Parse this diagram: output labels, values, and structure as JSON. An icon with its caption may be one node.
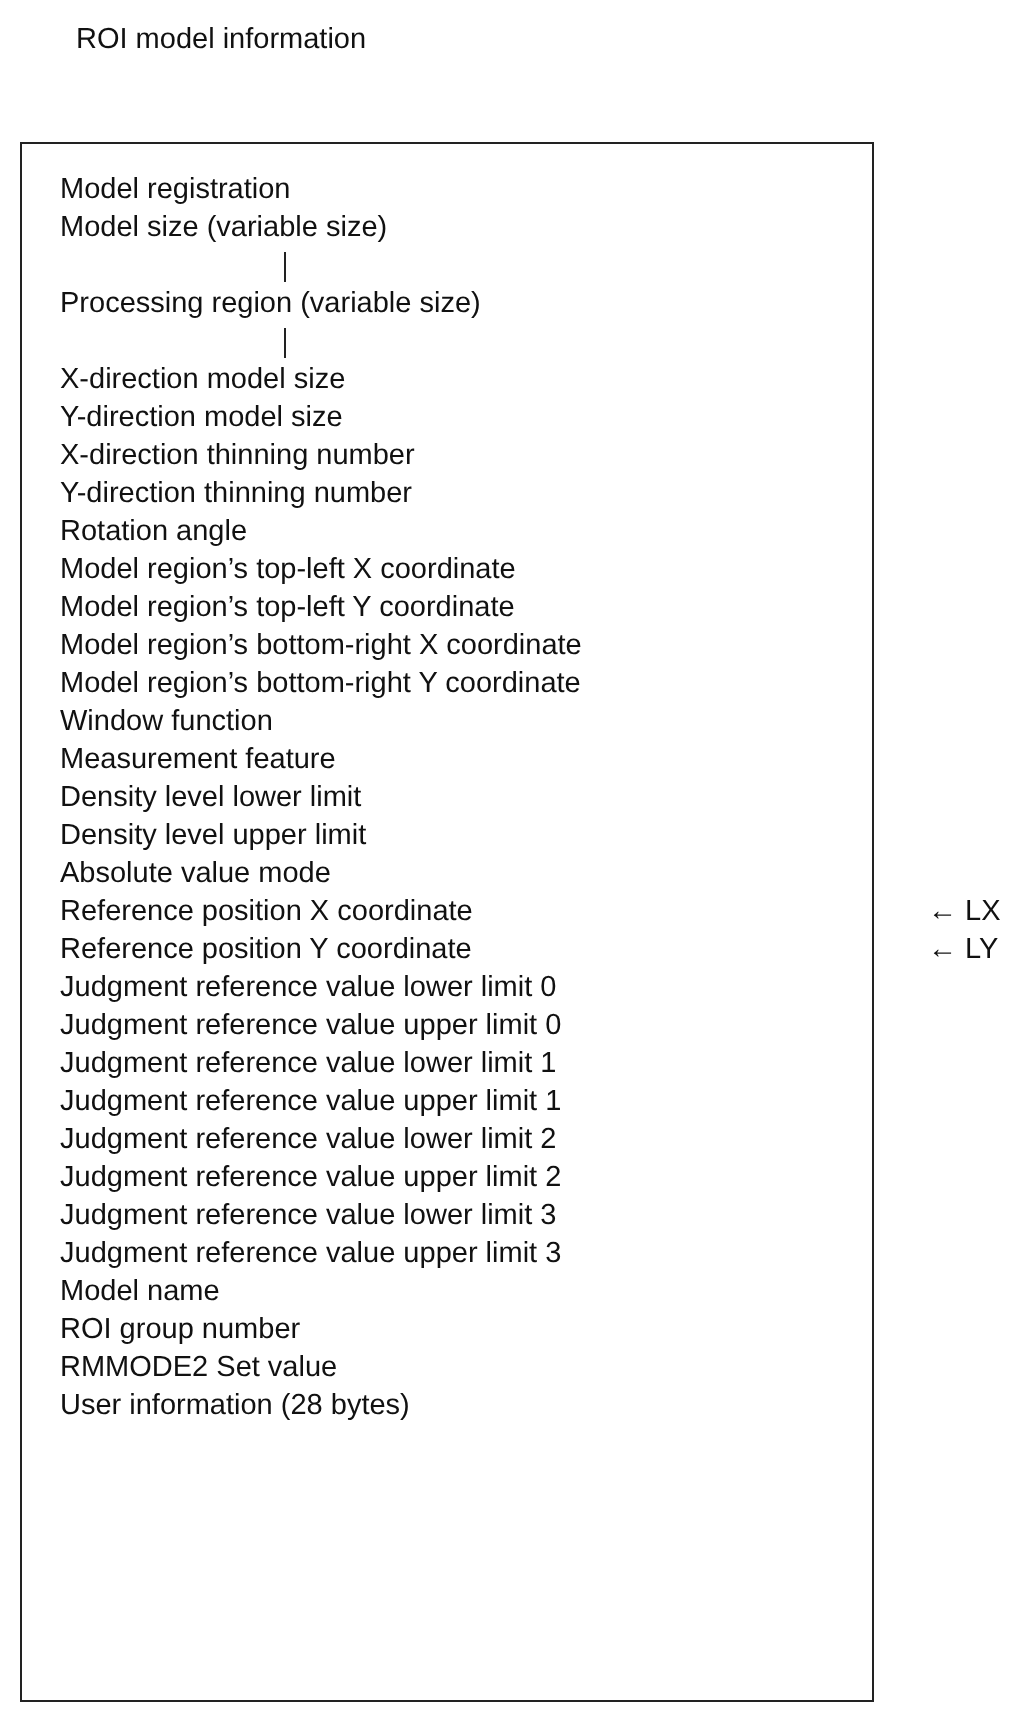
{
  "diagram": {
    "title": "ROI model information",
    "nodes": [
      {
        "text": [
          "Model registration",
          "Model size (variable size)",
          "Processing region (variable size)",
          "X-direction model size",
          "Y-direction model size",
          "X-direction thinning number",
          "Y-direction thinning number",
          "Rotation angle",
          "Model region’s top-left X coordinate",
          "Model region’s top-left Y coordinate",
          "Model region’s bottom-right X coordinate",
          "Model region’s bottom-right Y coordinate",
          "Window function",
          "Measurement feature",
          "Density level lower limit",
          "Density level upper limit",
          "Absolute value mode",
          "Reference position X coordinate",
          "Reference position Y coordinate",
          "Judgment reference value lower limit 0",
          "Judgment reference value upper limit 0",
          "Judgment reference value lower limit 1",
          "Judgment reference value upper limit 1",
          "Judgment reference value lower limit 2",
          "Judgment reference value upper limit 2",
          "Judgment reference value lower limit 3",
          "Judgment reference value upper limit 3",
          "Model name",
          "ROI group number",
          "RMMODE2 Set value",
          "User information (28 bytes)"
        ]
      }
    ],
    "labels": [
      "← LX",
      "← LY"
    ]
  }
}
